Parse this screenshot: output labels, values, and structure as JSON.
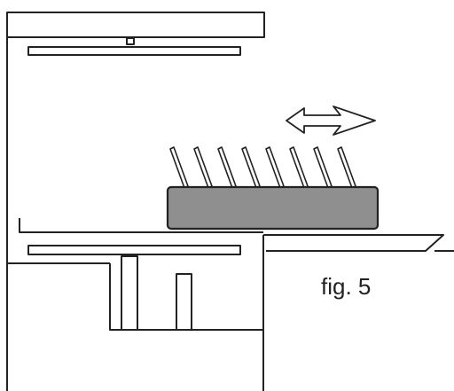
{
  "figure": {
    "label": "fig. 5"
  },
  "colors": {
    "line": "#222222",
    "rack_fill": "#8f8f8f",
    "background": "#ffffff"
  },
  "rack": {
    "plate_count": 8
  },
  "arrow": {
    "direction": "left-right"
  }
}
